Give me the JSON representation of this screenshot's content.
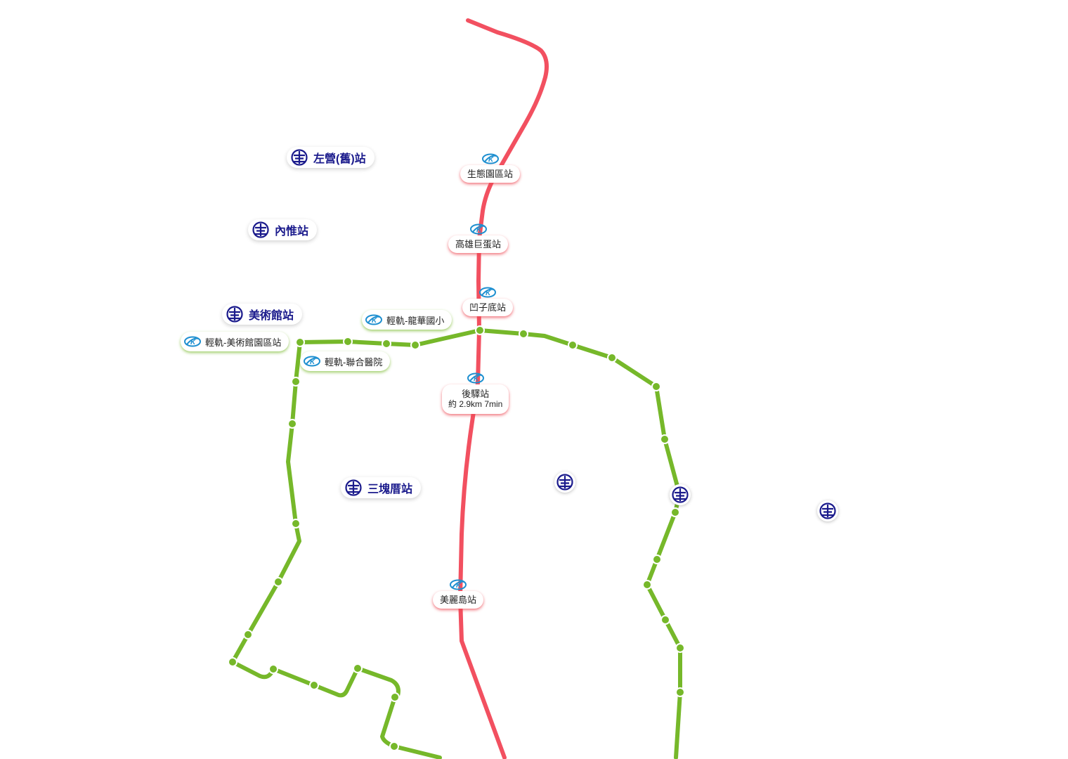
{
  "colors": {
    "red_line": "#f25060",
    "green_line": "#76b82a",
    "tra_blue": "#1a1a8c",
    "krt_blue": "#1e8fd0"
  },
  "icons": {
    "tra": "taiwan-railway-logo-icon",
    "krt": "kaohsiung-metro-logo-icon"
  },
  "tra_stations": [
    {
      "name": "左營(舊)站"
    },
    {
      "name": "內惟站"
    },
    {
      "name": "美術館站"
    },
    {
      "name": "三塊厝站"
    }
  ],
  "red_line_stations": [
    {
      "name": "生態園區站"
    },
    {
      "name": "高雄巨蛋站"
    },
    {
      "name": "凹子底站"
    },
    {
      "name": "後驛站",
      "sub": "約 2.9km 7min"
    },
    {
      "name": "美麗島站"
    }
  ],
  "lrt_stations": [
    {
      "name": "輕軌-美術館園區站"
    },
    {
      "name": "輕軌-龍華國小"
    },
    {
      "name": "輕軌-聯合醫院"
    }
  ]
}
